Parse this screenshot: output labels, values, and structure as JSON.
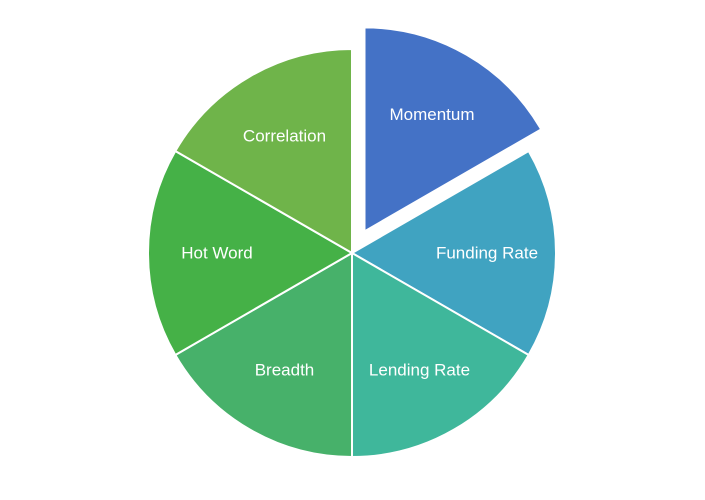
{
  "chart_data": {
    "type": "pie",
    "title": "",
    "categories": [
      "Momentum",
      "Funding Rate",
      "Lending Rate",
      "Breadth",
      "Hot Word",
      "Correlation"
    ],
    "values": [
      16.67,
      16.67,
      16.67,
      16.67,
      16.67,
      16.67
    ],
    "colors": [
      "#4472C6",
      "#40A3C1",
      "#3FB79B",
      "#47B16A",
      "#45B147",
      "#6FB44A"
    ],
    "exploded_slice": "Momentum",
    "start_angle_deg": 0,
    "direction": "clockwise",
    "legend": "none",
    "label_position": "inside",
    "label_color": "#FFFFFF",
    "slice_border_color": "#FFFFFF",
    "background_color": "#FFFFFF"
  }
}
